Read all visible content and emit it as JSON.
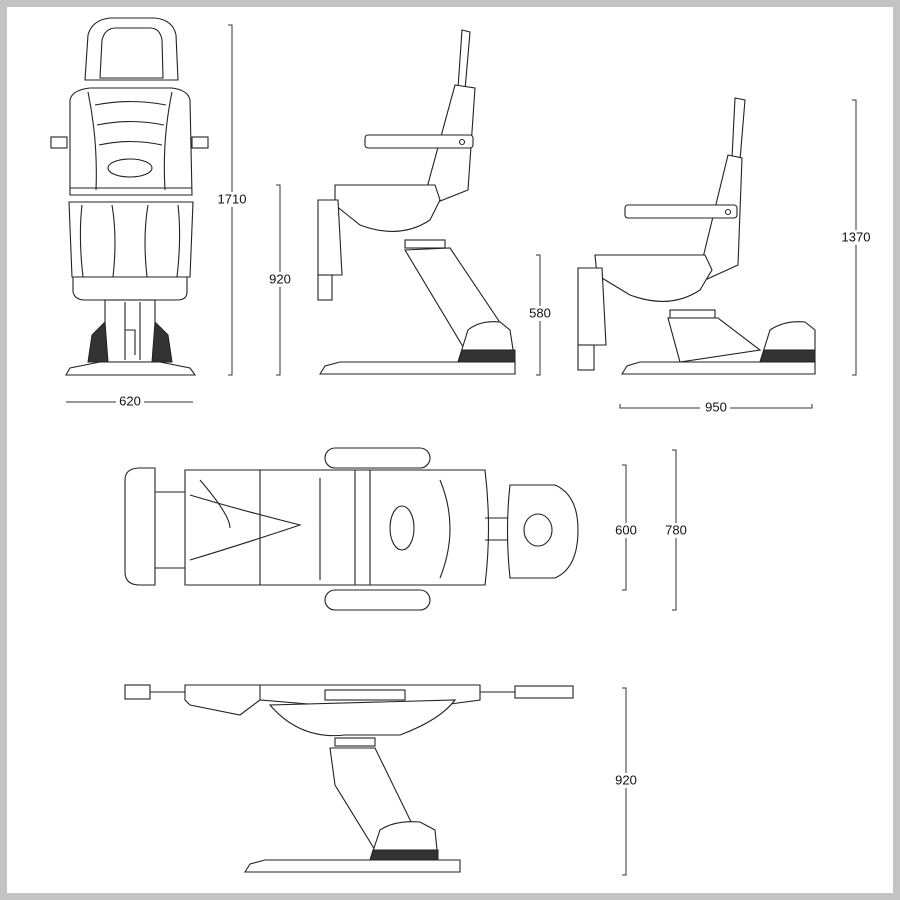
{
  "dimensions": {
    "front_height": "1710",
    "front_seat_height": "920",
    "front_width": "620",
    "side_min_seat_height": "580",
    "side_height": "1370",
    "side_length": "950",
    "top_width": "600",
    "top_width_armrests": "780",
    "flat_height": "920"
  }
}
